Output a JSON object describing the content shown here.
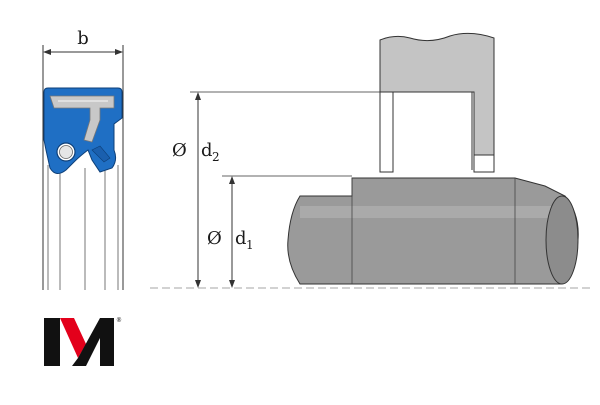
{
  "labels": {
    "width": "b",
    "outer_diameter_symbol": "Ø",
    "outer_diameter_letter": "d",
    "outer_diameter_sub": "2",
    "inner_diameter_symbol": "Ø",
    "inner_diameter_letter": "d",
    "inner_diameter_sub": "1"
  },
  "colors": {
    "seal_rubber": "#1f6fc4",
    "seal_insert": "#c8c8c8",
    "shaft_fill": "#9a9a9a",
    "housing_fill": "#c4c4c4",
    "logo_red": "#e3001b",
    "logo_black": "#111111"
  },
  "logo": {
    "mark": "M",
    "registered": "®"
  }
}
